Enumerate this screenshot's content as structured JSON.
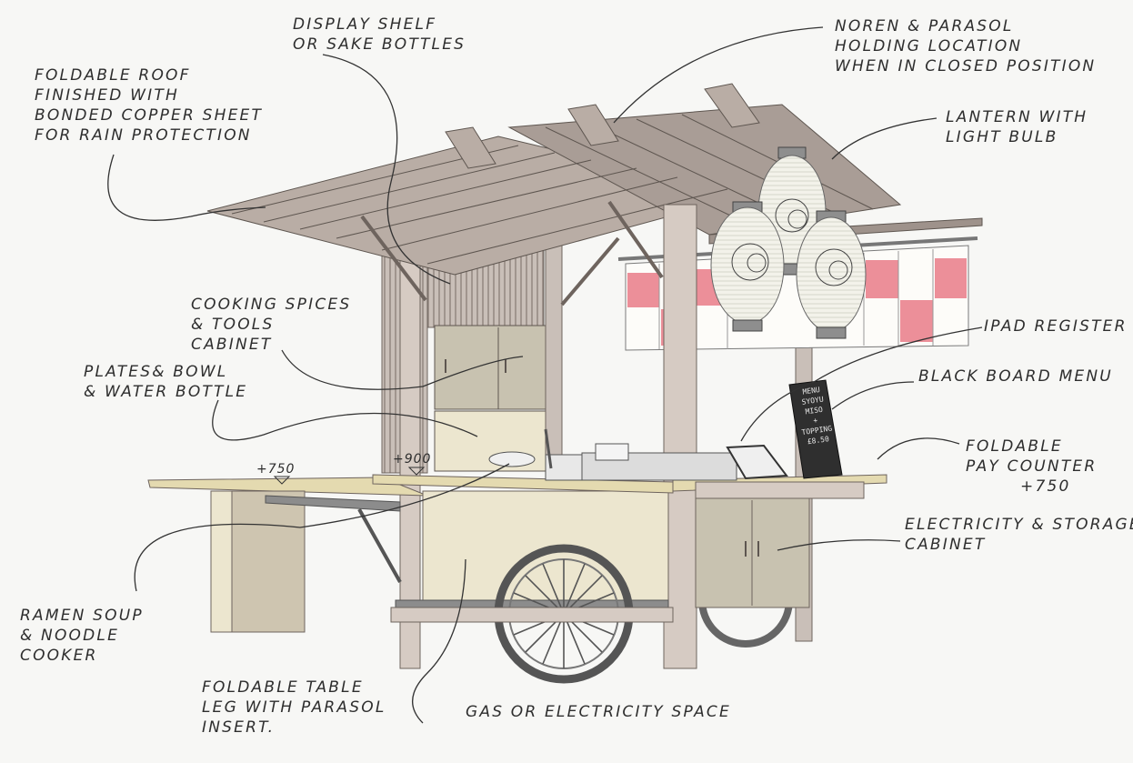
{
  "annotations": {
    "display_shelf": [
      "DISPLAY SHELF",
      "OR SAKE BOTTLES"
    ],
    "noren_parasol": [
      "NOREN & PARASOL",
      "HOLDING LOCATION",
      "WHEN IN CLOSED POSITION"
    ],
    "foldable_roof": [
      "FOLDABLE ROOF",
      "FINISHED WITH",
      "BONDED COPPER SHEET",
      "FOR RAIN PROTECTION"
    ],
    "lantern": [
      "LANTERN WITH",
      "LIGHT BULB"
    ],
    "spices_cabinet": [
      "COOKING SPICES",
      "& TOOLS",
      "CABINET"
    ],
    "plates_bowl": [
      "PLATES& BOWL",
      "& WATER BOTTLE"
    ],
    "ipad_register": [
      "iPAD REGISTER"
    ],
    "blackboard_menu": [
      "BLACK BOARD MENU"
    ],
    "pay_counter": [
      "FOLDABLE",
      "PAY COUNTER",
      "+750"
    ],
    "electricity_cabinet": [
      "ELECTRICITY & STORAGE",
      "CABINET"
    ],
    "ramen_cooker": [
      "RAMEN SOUP",
      "& NOODLE",
      "COOKER"
    ],
    "table_leg": [
      "FOLDABLE TABLE",
      "LEG WITH PARASOL",
      "INSERT."
    ],
    "gas_space": [
      "GAS OR ELECTRICITY SPACE"
    ]
  },
  "dimensions": {
    "table_height": "+750",
    "counter_height": "+900"
  },
  "menu_board": [
    "MENU",
    "SYOYU",
    "MISO",
    "+",
    "TOPPING",
    "£8.50"
  ],
  "colors": {
    "wood_light": "#d6cbc3",
    "wood_mid": "#b9ada5",
    "wood_dark": "#8f837c",
    "cream": "#ece6cf",
    "cabinet": "#c8c2b0",
    "noren_red": "#ec8f99",
    "ink": "#2e2e2e",
    "wheel": "#555555"
  }
}
